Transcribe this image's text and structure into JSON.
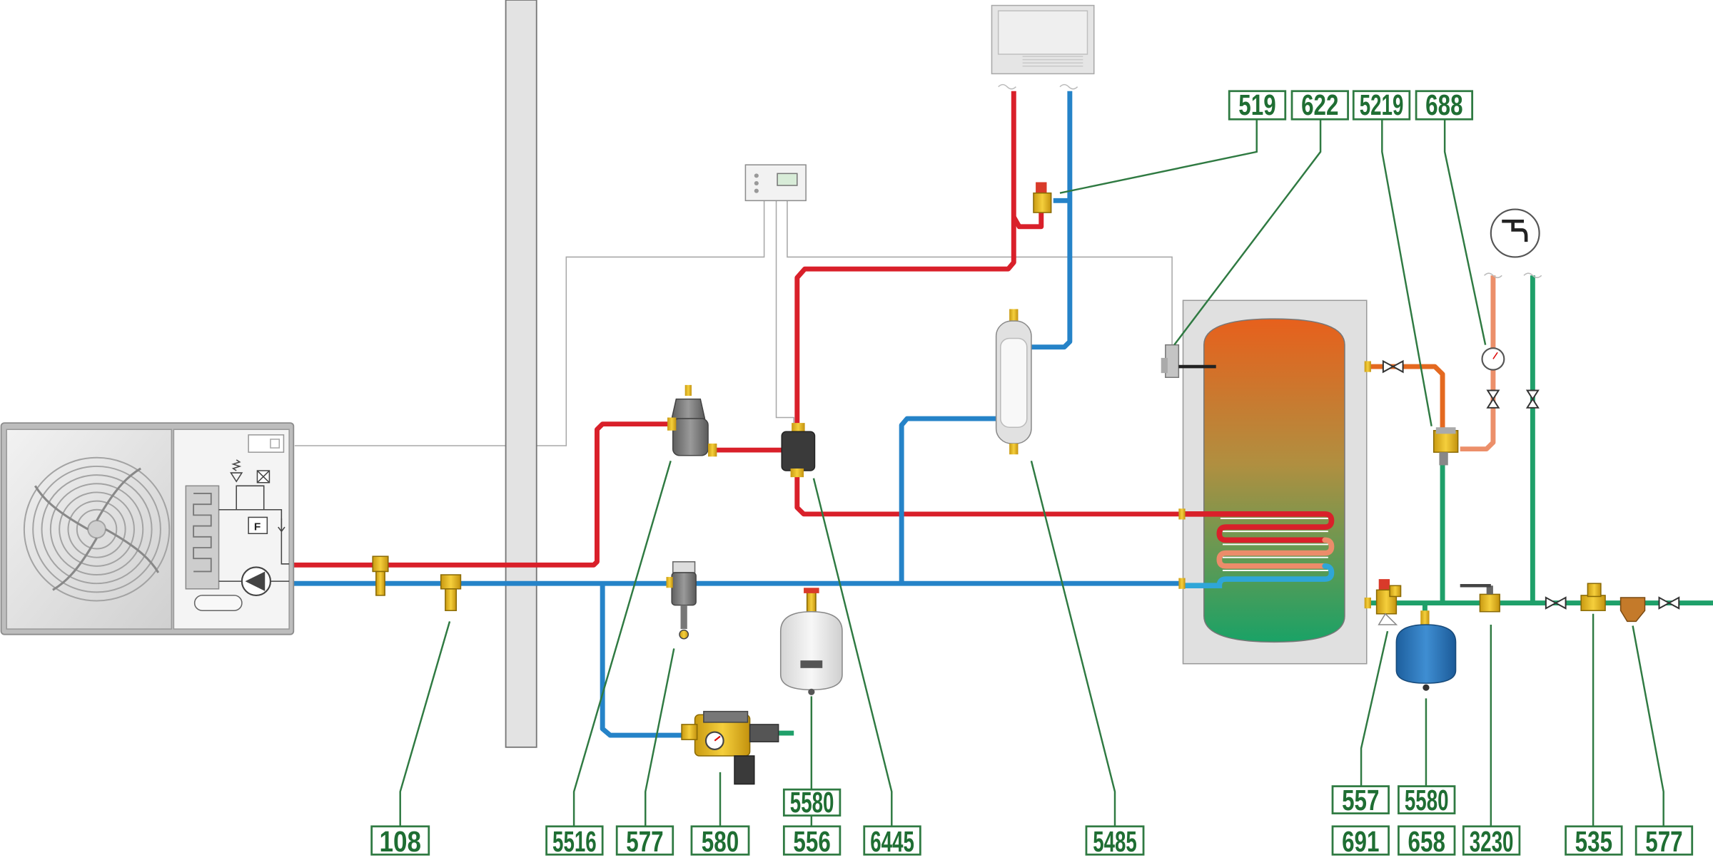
{
  "diagram": {
    "colors": {
      "hot": "#d9202a",
      "cold": "#2583c8",
      "dhw_cold": "#1fa06a",
      "dhw_hot": "#ec8f6a",
      "coil_hot": "#e46920",
      "label": "#1f6e33",
      "control_wire": "#a0a0a0"
    },
    "icons": [
      "fan-icon",
      "tap-icon",
      "thermometer-icon",
      "valve-icon",
      "pump-icon",
      "expansion-vessel-icon",
      "controller-icon",
      "fan-coil-icon"
    ],
    "labels": [
      {
        "id": "108",
        "text": "108"
      },
      {
        "id": "5516",
        "text": "5516"
      },
      {
        "id": "577a",
        "text": "577"
      },
      {
        "id": "580",
        "text": "580"
      },
      {
        "id": "5580a",
        "text": "5580"
      },
      {
        "id": "556",
        "text": "556"
      },
      {
        "id": "6445",
        "text": "6445"
      },
      {
        "id": "5485",
        "text": "5485"
      },
      {
        "id": "557",
        "text": "557"
      },
      {
        "id": "691",
        "text": "691"
      },
      {
        "id": "5580b",
        "text": "5580"
      },
      {
        "id": "658",
        "text": "658"
      },
      {
        "id": "3230",
        "text": "3230"
      },
      {
        "id": "535",
        "text": "535"
      },
      {
        "id": "577b",
        "text": "577"
      },
      {
        "id": "519",
        "text": "519"
      },
      {
        "id": "622",
        "text": "622"
      },
      {
        "id": "5219",
        "text": "5219"
      },
      {
        "id": "688",
        "text": "688"
      }
    ]
  }
}
